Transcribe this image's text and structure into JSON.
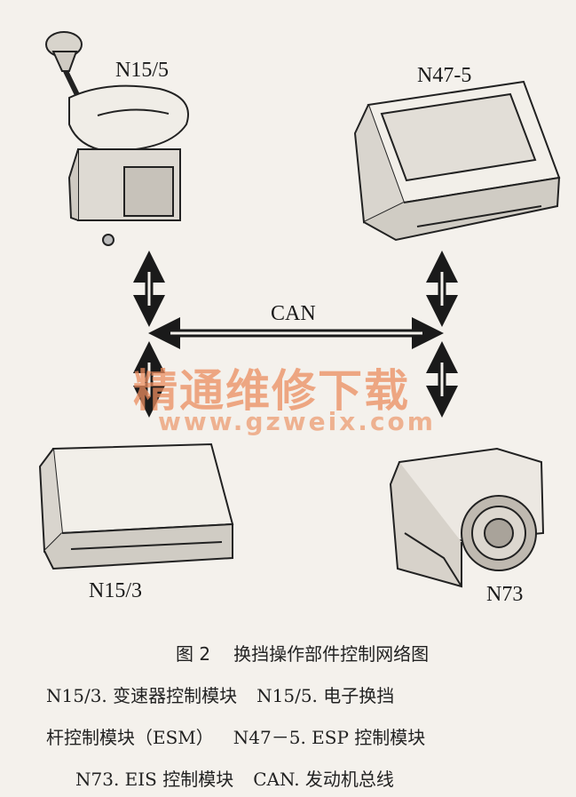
{
  "diagram": {
    "nodes": {
      "n15_5": "N15/5",
      "n47_5": "N47-5",
      "n15_3": "N15/3",
      "n73": "N73"
    },
    "bus_label": "CAN"
  },
  "watermark": {
    "cn": "精通维修下载",
    "url": "www.gzweix.com"
  },
  "figure": {
    "number": "图 2",
    "title": "换挡操作部件控制网络图",
    "caption_lines": [
      [
        "N15/3. 变速器控制模块",
        "N15/5. 电子换挡"
      ],
      [
        "杆控制模块（ESM）",
        "N47－5. ESP 控制模块"
      ],
      [
        "N73. EIS 控制模块",
        "CAN. 发动机总线"
      ]
    ]
  },
  "icons": [
    "gear-shifter-icon",
    "control-unit-icon",
    "ignition-switch-icon",
    "double-arrow-icon"
  ]
}
